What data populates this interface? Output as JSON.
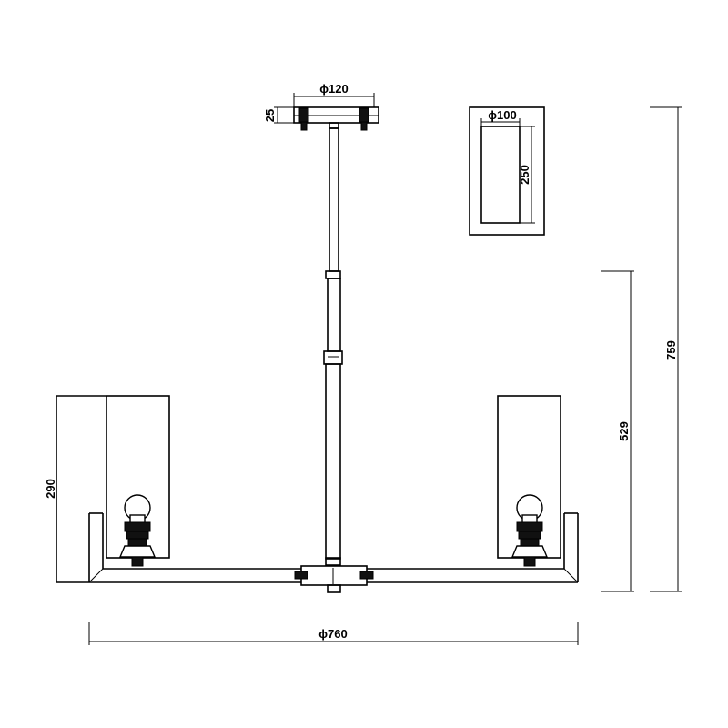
{
  "dimensions": {
    "canopy_diameter": "ϕ120",
    "canopy_height": "25",
    "shade_diameter": "ϕ100",
    "shade_height": "250",
    "fixture_height": "290",
    "body_height": "529",
    "overall_height": "759",
    "overall_diameter": "ϕ760"
  }
}
